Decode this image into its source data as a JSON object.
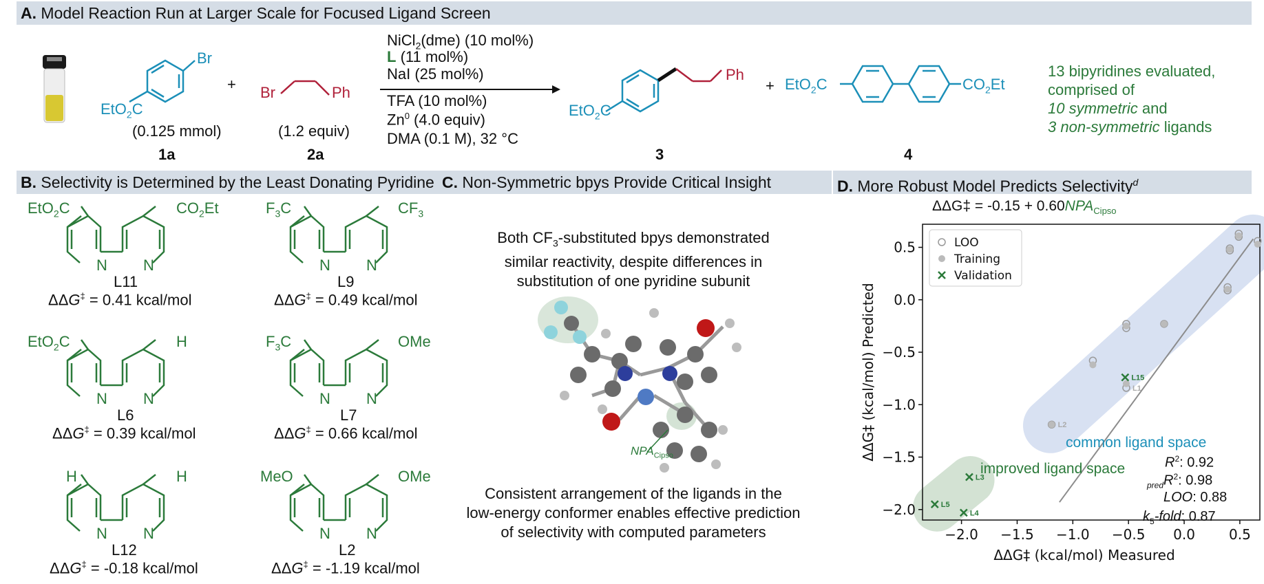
{
  "panelA": {
    "letter": "A.",
    "title": "Model Reaction Run at Larger Scale for Focused Ligand Screen",
    "sm1": {
      "group": "EtO2C",
      "halide": "Br",
      "amount": "(0.125 mmol)",
      "id": "1a"
    },
    "plus": "+",
    "sm2": {
      "halide": "Br",
      "group": "Ph",
      "amount": "(1.2 equiv)",
      "id": "2a"
    },
    "conditions_above": [
      "NiCl2(dme) (10 mol%)",
      "L (11 mol%)",
      "NaI (25 mol%)"
    ],
    "conditions_below": [
      "TFA (10 mol%)",
      "Zn0 (4.0 equiv)",
      "DMA (0.1 M), 32 °C"
    ],
    "product3": {
      "group": "EtO2C",
      "tail": "Ph",
      "id": "3"
    },
    "product4": {
      "left": "EtO2C",
      "right": "CO2Et",
      "id": "4"
    },
    "summary": [
      "13 bipyridines evaluated,",
      "comprised of",
      "10 symmetric",
      "and",
      "3 non-symmetric",
      "ligands"
    ]
  },
  "panelB": {
    "letter": "B.",
    "title": "Selectivity is Determined by the Least Donating Pyridine",
    "ligands": [
      {
        "name": "L11",
        "left": "EtO2C",
        "right": "CO2Et",
        "ddg": "= 0.41 kcal/mol"
      },
      {
        "name": "L9",
        "left": "F3C",
        "right": "CF3",
        "ddg": "= 0.49 kcal/mol"
      },
      {
        "name": "L6",
        "left": "EtO2C",
        "right": "H",
        "ddg": "= 0.39 kcal/mol"
      },
      {
        "name": "L7",
        "left": "F3C",
        "right": "OMe",
        "ddg": "= 0.66 kcal/mol"
      },
      {
        "name": "L12",
        "left": "H",
        "right": "H",
        "ddg": "= -0.18 kcal/mol"
      },
      {
        "name": "L2",
        "left": "MeO",
        "right": "OMe",
        "ddg": "= -1.19 kcal/mol"
      }
    ],
    "nitrogen": "N"
  },
  "panelC": {
    "letter": "C.",
    "title": "Non-Symmetric bpys Provide Critical Insight",
    "top_text": [
      "Both CF3-substituted bpys demonstrated",
      "similar reactivity, despite differences in",
      "substitution of one pyridine subunit"
    ],
    "npa_label": "NPA",
    "npa_sub": "Cipso",
    "bottom_text": [
      "Consistent arrangement of the ligands in the",
      "low-energy conformer enables effective prediction",
      "of selectivity with computed parameters"
    ]
  },
  "panelD": {
    "letter": "D.",
    "title": "More Robust Model Predicts Selectivity",
    "title_sup": "d",
    "equation_prefix": "ΔΔG‡ = -0.15 + 0.60",
    "equation_var": "NPA",
    "equation_sub": "Cipso",
    "common_space": "common ligand space",
    "improved_space": "improved ligand space",
    "stats": [
      {
        "label": "R2",
        "value": ": 0.92"
      },
      {
        "label": "predR2",
        "value": ": 0.98"
      },
      {
        "label": "LOO",
        "value": ": 0.88"
      },
      {
        "label": "k5-fold",
        "value": ": 0.87"
      }
    ]
  },
  "chart_data": {
    "type": "scatter",
    "title": "",
    "xlabel": "ΔΔG‡ (kcal/mol) Measured",
    "ylabel": "ΔΔG‡ (kcal/mol) Predicted",
    "xlim": [
      -2.35,
      0.68
    ],
    "ylim": [
      -2.1,
      0.72
    ],
    "xticks": [
      -2.0,
      -1.5,
      -1.0,
      -0.5,
      0.0,
      0.5
    ],
    "yticks": [
      -2.0,
      -1.5,
      -1.0,
      -0.5,
      0.0,
      0.5
    ],
    "xtick_labels": [
      "−2.0",
      "−1.5",
      "−1.0",
      "−0.5",
      "0.0",
      "0.5"
    ],
    "ytick_labels": [
      "−2.0",
      "−1.5",
      "−1.0",
      "−0.5",
      "0.0",
      "0.5"
    ],
    "legend": {
      "placement": "top-left",
      "entries": [
        "LOO",
        "Training",
        "Validation"
      ]
    },
    "fit_line": {
      "x": [
        -1.12,
        0.62
      ],
      "y": [
        -1.93,
        0.58
      ]
    },
    "series": [
      {
        "name": "LOO",
        "marker": "open-circle",
        "color": "#999999",
        "points": [
          [
            0.49,
            0.63
          ],
          [
            0.49,
            0.6
          ],
          [
            0.41,
            0.49
          ],
          [
            0.41,
            0.47
          ],
          [
            0.66,
            0.56
          ],
          [
            0.39,
            0.12
          ],
          [
            0.39,
            0.09
          ],
          [
            -0.18,
            -0.23
          ],
          [
            -0.52,
            -0.23
          ],
          [
            -0.52,
            -0.27
          ],
          [
            -0.82,
            -0.58
          ],
          [
            -0.52,
            -0.84
          ],
          [
            -1.19,
            -1.19
          ]
        ]
      },
      {
        "name": "Training",
        "marker": "filled-circle",
        "color": "#bbbbbb",
        "points": [
          [
            0.49,
            0.61
          ],
          [
            0.41,
            0.48
          ],
          [
            0.66,
            0.53
          ],
          [
            0.39,
            0.1
          ],
          [
            -0.18,
            -0.23
          ],
          [
            -0.52,
            -0.25
          ],
          [
            -0.82,
            -0.62
          ],
          [
            -0.52,
            -0.8
          ],
          [
            -1.19,
            -1.19
          ]
        ]
      },
      {
        "name": "Validation",
        "marker": "x",
        "color": "#2b7a3a",
        "points": [
          [
            -0.53,
            -0.74
          ],
          [
            -1.93,
            -1.69
          ],
          [
            -2.24,
            -1.95
          ],
          [
            -1.98,
            -2.03
          ]
        ]
      }
    ],
    "point_labels": [
      {
        "text": "L15",
        "x": -0.53,
        "y": -0.74,
        "color": "#2b7a3a"
      },
      {
        "text": "L1",
        "x": -0.52,
        "y": -0.84,
        "color": "#aaaaaa"
      },
      {
        "text": "L2",
        "x": -1.19,
        "y": -1.19,
        "color": "#aaaaaa"
      },
      {
        "text": "L3",
        "x": -1.93,
        "y": -1.69,
        "color": "#2b7a3a"
      },
      {
        "text": "L5",
        "x": -2.24,
        "y": -1.95,
        "color": "#2b7a3a"
      },
      {
        "text": "L4",
        "x": -1.98,
        "y": -2.03,
        "color": "#2b7a3a"
      }
    ],
    "colors": {
      "common_space": "#d8e1f2",
      "improved_space": "#d3e2d3",
      "fit_line": "#8c8c8c"
    }
  }
}
